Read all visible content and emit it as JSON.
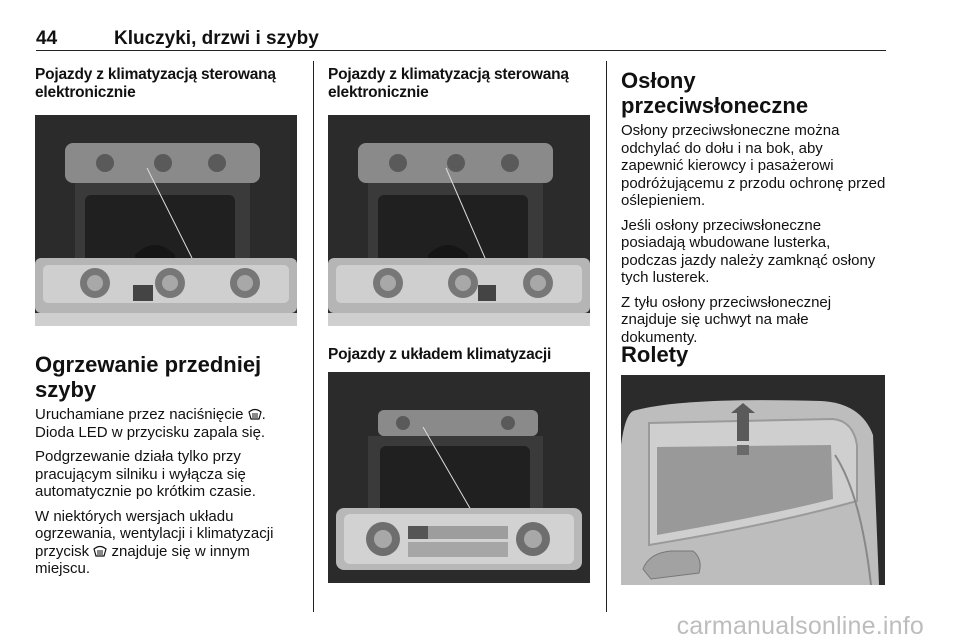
{
  "header": {
    "page_number": "44",
    "title": "Kluczyki, drzwi i szyby"
  },
  "col1": {
    "subheading": "Pojazdy z klimatyzacją sterowaną elektronicznie",
    "figure_icon": "electronic-climate-control-panel-image",
    "heading": "Ogrzewanie przedniej szyby",
    "p1_before": "Uruchamiane przez naciśnięcie",
    "p1_after": ". Dioda LED w przycisku zapala się.",
    "p2": "Podgrzewanie działa tylko przy pracującym silniku i wyłącza się automatycznie po krótkim czasie.",
    "p3_before": "W niektórych wersjach układu ogrzewania, wentylacji i klimatyzacji przycisk",
    "p3_after": "znajduje się w innym miejscu.",
    "button_icon": "windscreen-defrost-icon"
  },
  "col2": {
    "subheading1": "Pojazdy z klimatyzacją sterowaną elektronicznie",
    "subheading2": "Pojazdy z układem klimatyzacji",
    "figure1_icon": "electronic-climate-control-panel-image",
    "figure2_icon": "air-conditioning-panel-image"
  },
  "col3": {
    "heading1": "Osłony przeciwsłoneczne",
    "p1": "Osłony przeciwsłoneczne można odchylać do dołu i na bok, aby zapewnić kierowcy i pasażerowi podróżującemu z przodu ochronę przed oślepieniem.",
    "p2": "Jeśli osłony przeciwsłoneczne posiadają wbudowane lusterka, podczas jazdy należy zamknąć osłony tych lusterek.",
    "p3": "Z tyłu osłony przeciwsłonecznej znajduje się uchwyt na małe dokumenty.",
    "heading2": "Rolety",
    "figure_icon": "sunroof-blind-image"
  },
  "watermark": "carmanualsonline.info",
  "colors": {
    "figure_dark": "#2b2b2b",
    "watermark": "#bdbdbd"
  }
}
